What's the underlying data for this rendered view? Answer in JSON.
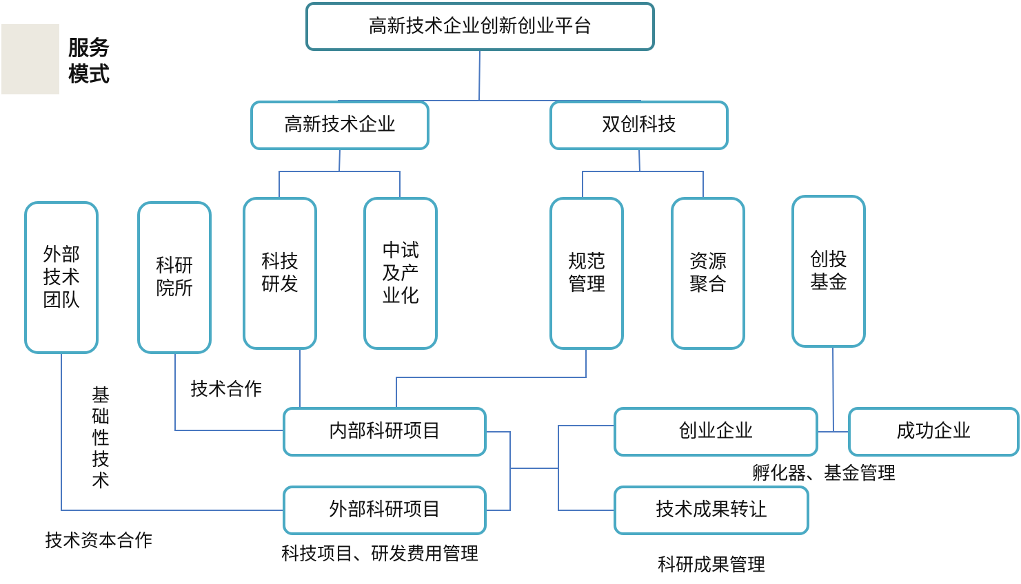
{
  "section": {
    "title_line1": "服务",
    "title_line2": "模式"
  },
  "root": {
    "label": "高新技术企业创新创业平台"
  },
  "level1": {
    "hightech": "高新技术企业",
    "shuangchuang": "双创科技"
  },
  "columns": {
    "external_team": "外部技术团队",
    "research_institutes": "科研院所",
    "tech_rnd": "科技研发",
    "pilot_industrialization": "中试及产业化",
    "standard_management": "规范管理",
    "resource_aggregation": "资源聚合",
    "venture_fund": "创投基金"
  },
  "projects": {
    "internal": "内部科研项目",
    "external": "外部科研项目"
  },
  "outcomes": {
    "startup": "创业企业",
    "successful": "成功企业",
    "transfer": "技术成果转让"
  },
  "annotations": {
    "basic_tech": "基础性技术",
    "tech_cooperation": "技术合作",
    "tech_capital_cooperation": "技术资本合作",
    "project_cost_mgmt": "科技项目、研发费用管理",
    "incubator_fund_mgmt": "孵化器、基金管理",
    "result_mgmt": "科研成果管理"
  }
}
